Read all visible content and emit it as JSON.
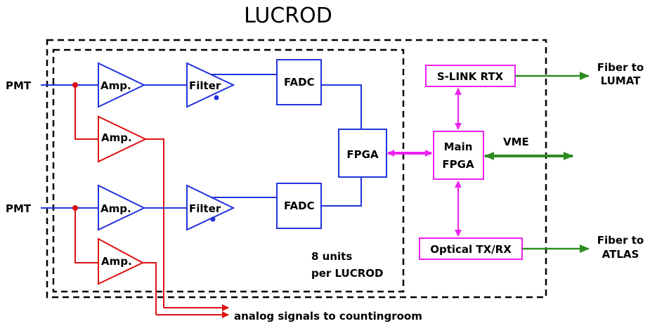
{
  "title": "LUCROD",
  "inputs": [
    "PMT",
    "PMT"
  ],
  "blocks": {
    "amp": "Amp.",
    "filter": "Filter",
    "fadc": "FADC",
    "fpga": "FPGA",
    "slink": "S-LINK RTX",
    "main_fpga_line1": "Main",
    "main_fpga_line2": "FPGA",
    "optical": "Optical TX/RX"
  },
  "labels": {
    "vme": "VME",
    "fiber_lumat_line1": "Fiber to",
    "fiber_lumat_line2": "LUMAT",
    "fiber_atlas_line1": "Fiber to",
    "fiber_atlas_line2": "ATLAS",
    "units_line1": "8 units",
    "units_line2": "per LUCROD",
    "analog_out": "analog signals to countingroom"
  },
  "colors": {
    "signal_chain": "#2233dd",
    "analog_copy": "#dd1111",
    "control_links": "#ee22ee",
    "external_links": "#2e8b22",
    "outline": "#000000"
  }
}
